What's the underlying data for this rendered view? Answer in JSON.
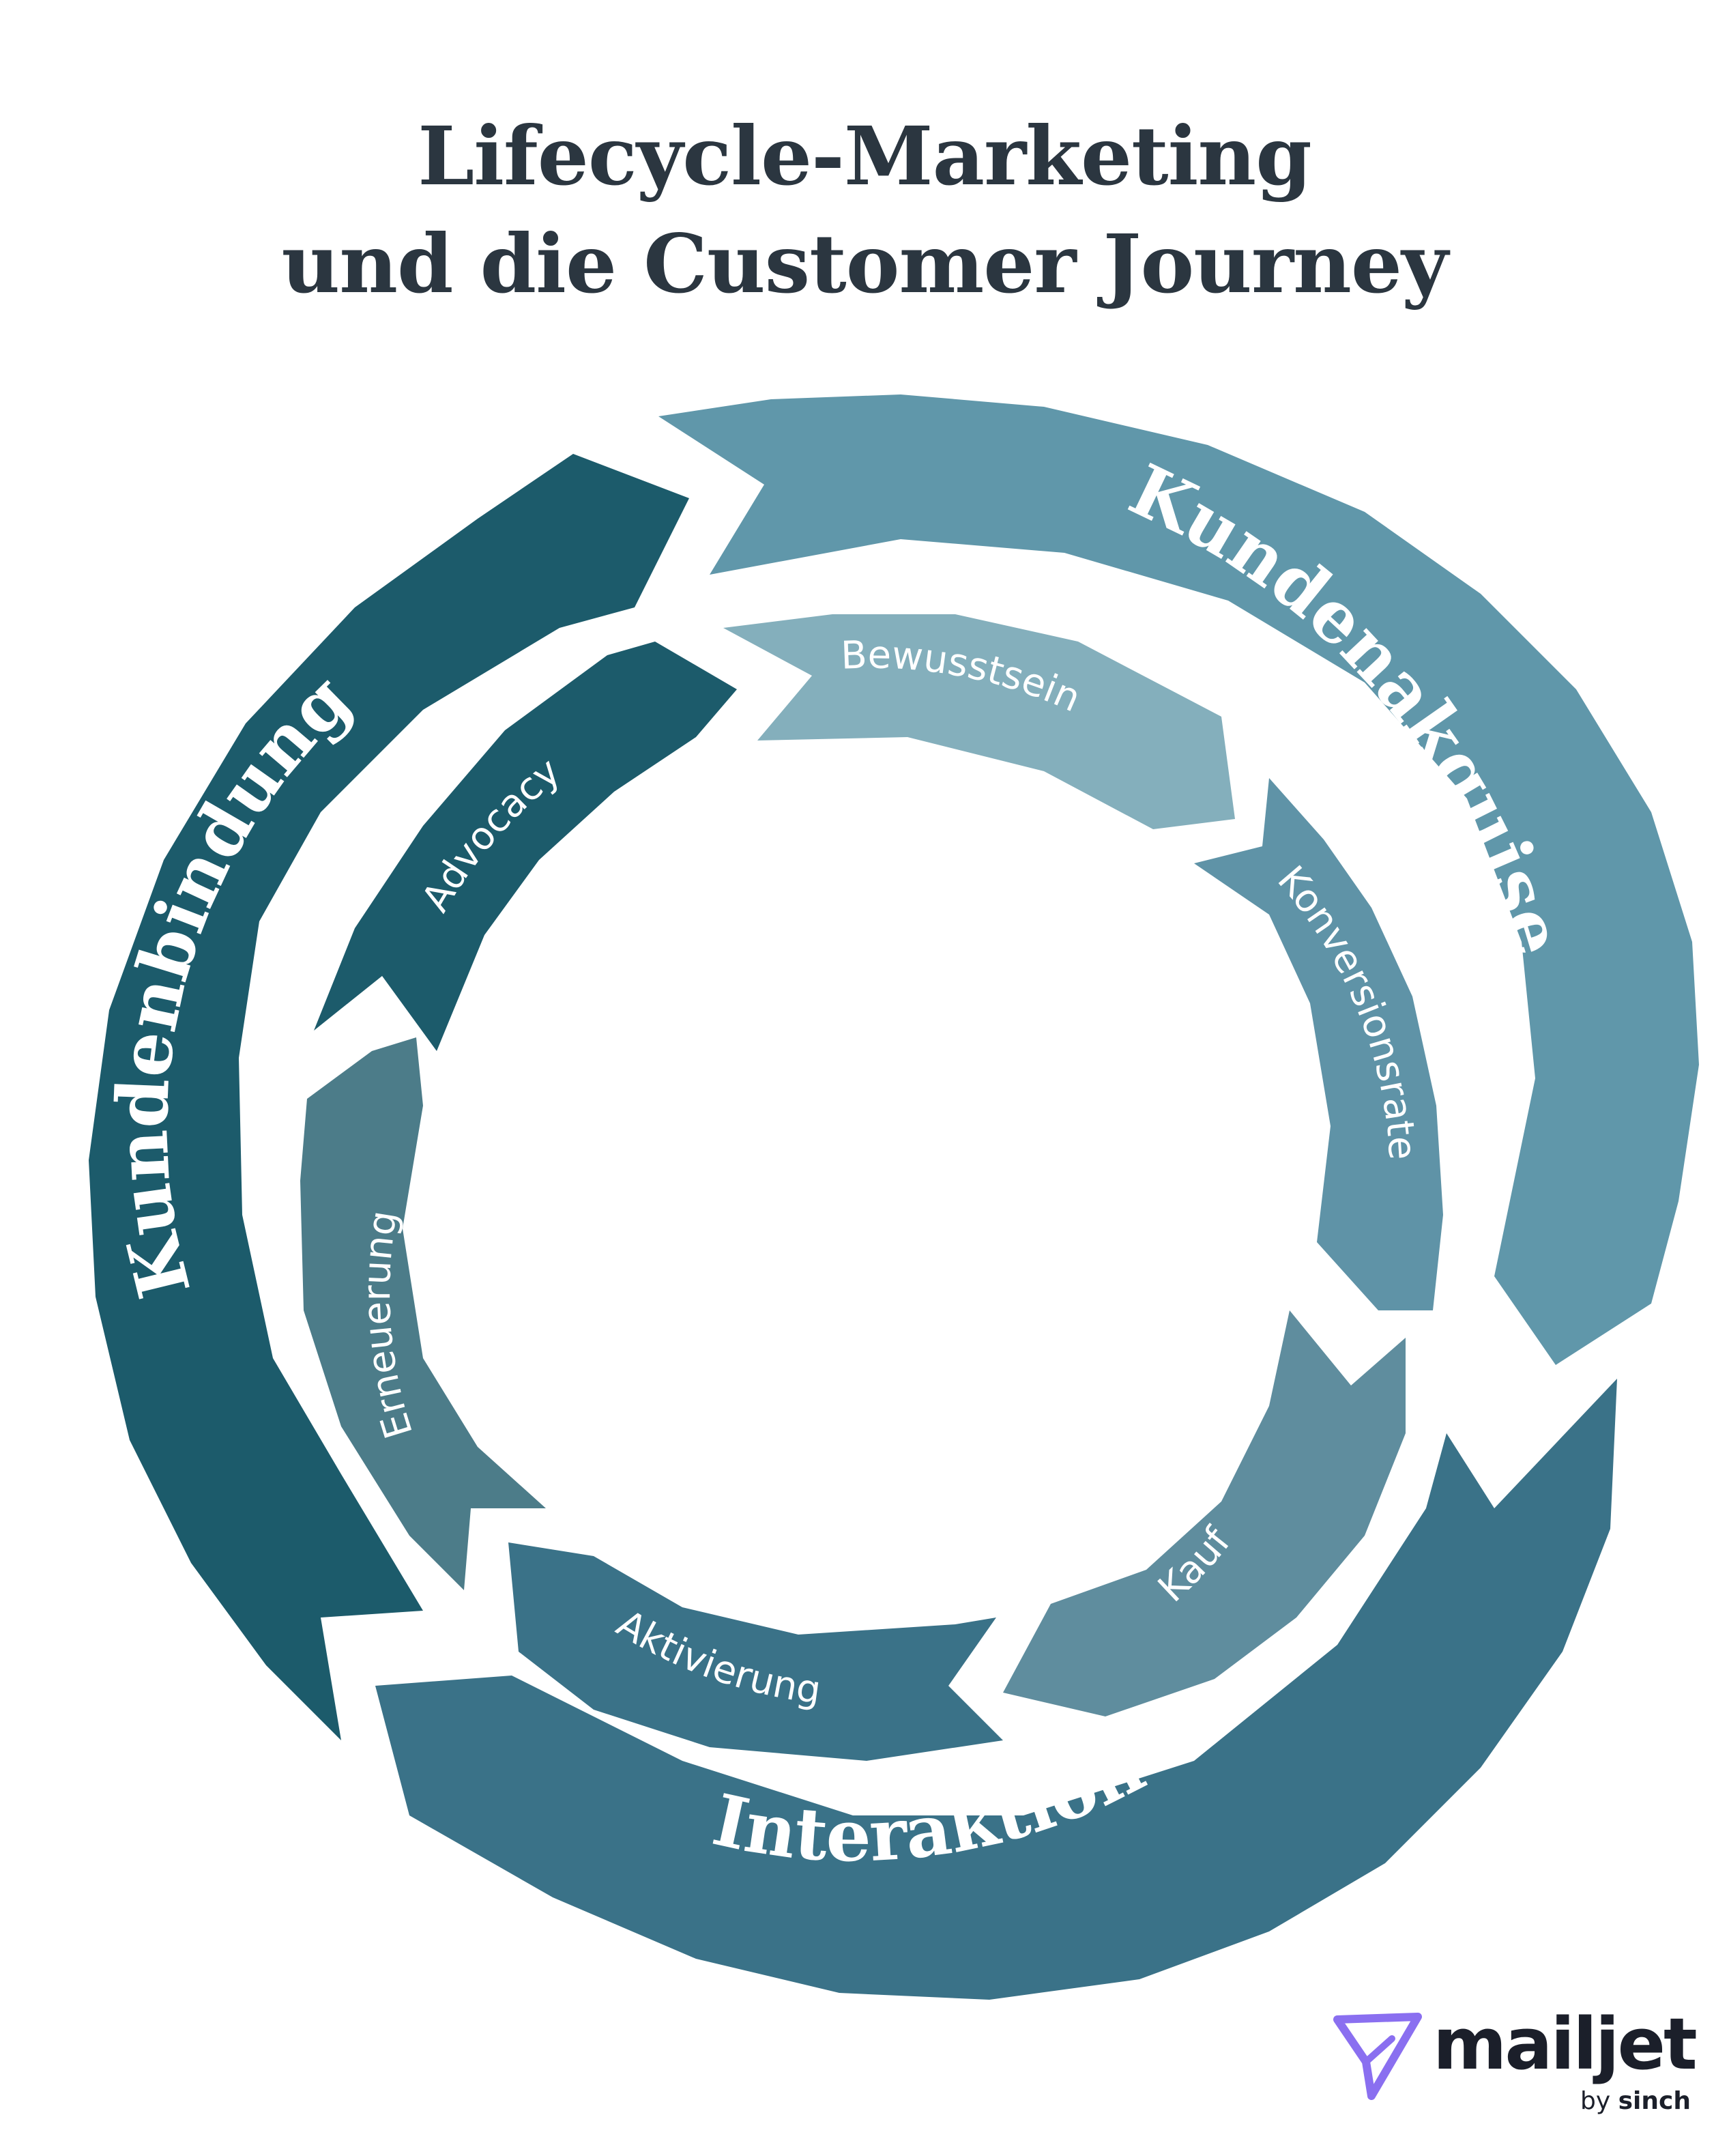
{
  "title": {
    "line1": "Lifecycle-Marketing",
    "line2": "und die Customer Journey"
  },
  "outer_cycle": [
    {
      "label": "Kundenakquise",
      "color": "#6097aa"
    },
    {
      "label": "Interaktion",
      "color": "#3a7288"
    },
    {
      "label": "Kundenbindung",
      "color": "#1c5b6b"
    }
  ],
  "inner_cycle": [
    {
      "label": "Bewusstsein",
      "color": "#84afbc"
    },
    {
      "label": "Konversionsrate",
      "color": "#5f93a7"
    },
    {
      "label": "Kauf",
      "color": "#5f8d9e"
    },
    {
      "label": "Aktivierung",
      "color": "#3a7288"
    },
    {
      "label": "Erneuerung",
      "color": "#4c7c89"
    },
    {
      "label": "Advocacy",
      "color": "#1c5b6b"
    }
  ],
  "logo": {
    "name": "mailjet",
    "by": "by",
    "brand": "sinch",
    "mark_color": "#8a6ff0"
  }
}
